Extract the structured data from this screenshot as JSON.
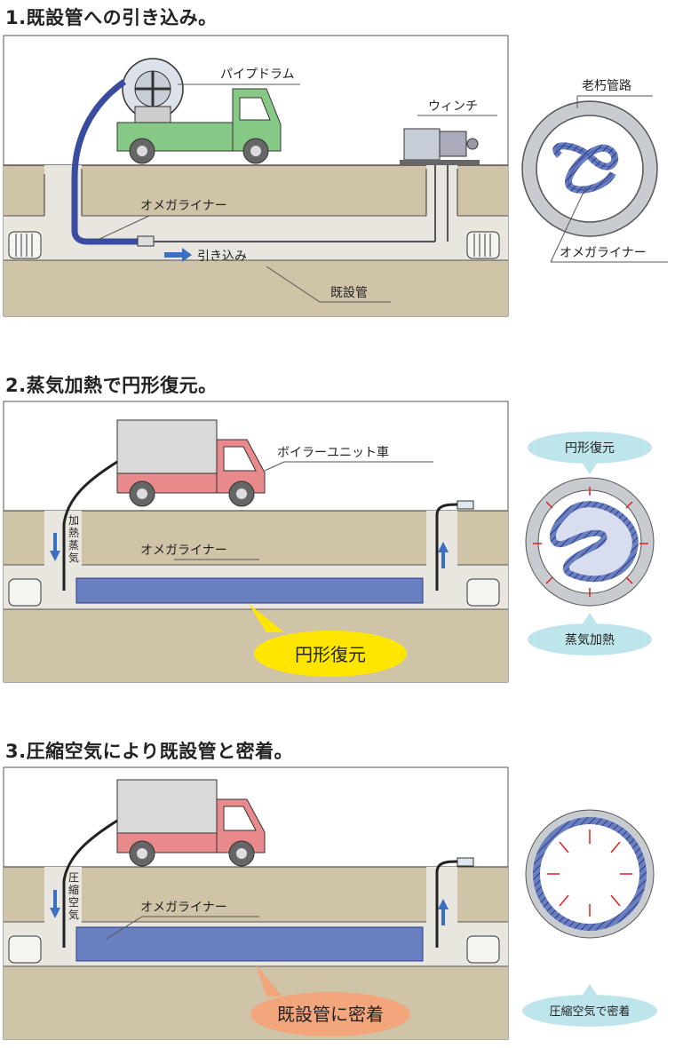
{
  "sections": [
    {
      "title": "1.既設管への引き込み。",
      "labels": {
        "drum": "パイプドラム",
        "winch": "ウィンチ",
        "liner": "オメガライナー",
        "pull": "引き込み",
        "pipe": "既設管",
        "old_pipe": "老朽管路",
        "liner_cs": "オメガライナー"
      }
    },
    {
      "title": "2.蒸気加熱で円形復元。",
      "labels": {
        "boiler": "ボイラーユニット車",
        "liner": "オメガライナー",
        "steam_v": [
          "加",
          "熱",
          "蒸",
          "気"
        ],
        "bubble": "円形復元",
        "cs_top": "円形復元",
        "cs_bottom": "蒸気加熱"
      }
    },
    {
      "title": "3.圧縮空気により既設管と密着。",
      "labels": {
        "liner": "オメガライナー",
        "air_v": [
          "圧",
          "縮",
          "空",
          "気"
        ],
        "bubble": "既設管に密着",
        "cs_bottom": "圧縮空気で密着"
      }
    }
  ],
  "colors": {
    "ground": "#cfc3a8",
    "pipe_inner": "#e8e6df",
    "liner": "#6a7fbf",
    "liner_dark": "#2a3a8a",
    "truck_green": "#86c886",
    "truck_red": "#e98a8c",
    "cargo": "#d9d9d9",
    "bubble_yellow": "#ffe600",
    "bubble_orange": "#f3a67c",
    "bubble_teal": "#bfe5ec",
    "arrow_blue": "#3b6fbf",
    "arrow_red": "#e02020"
  }
}
